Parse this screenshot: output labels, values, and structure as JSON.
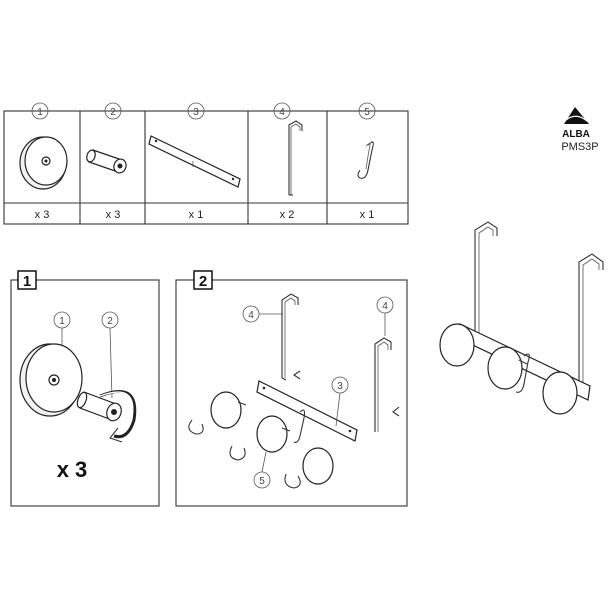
{
  "brand": {
    "name": "ALBA",
    "model": "PMS3P"
  },
  "parts": [
    {
      "id": "1",
      "qty": "x 3"
    },
    {
      "id": "2",
      "qty": "x 3"
    },
    {
      "id": "3",
      "qty": "x 1"
    },
    {
      "id": "4",
      "qty": "x 2"
    },
    {
      "id": "5",
      "qty": "x 1"
    }
  ],
  "step1": {
    "number": "1",
    "callouts": [
      "1",
      "2"
    ],
    "multiplier": "x 3"
  },
  "step2": {
    "number": "2",
    "callouts": [
      "4",
      "4",
      "3",
      "5"
    ]
  }
}
